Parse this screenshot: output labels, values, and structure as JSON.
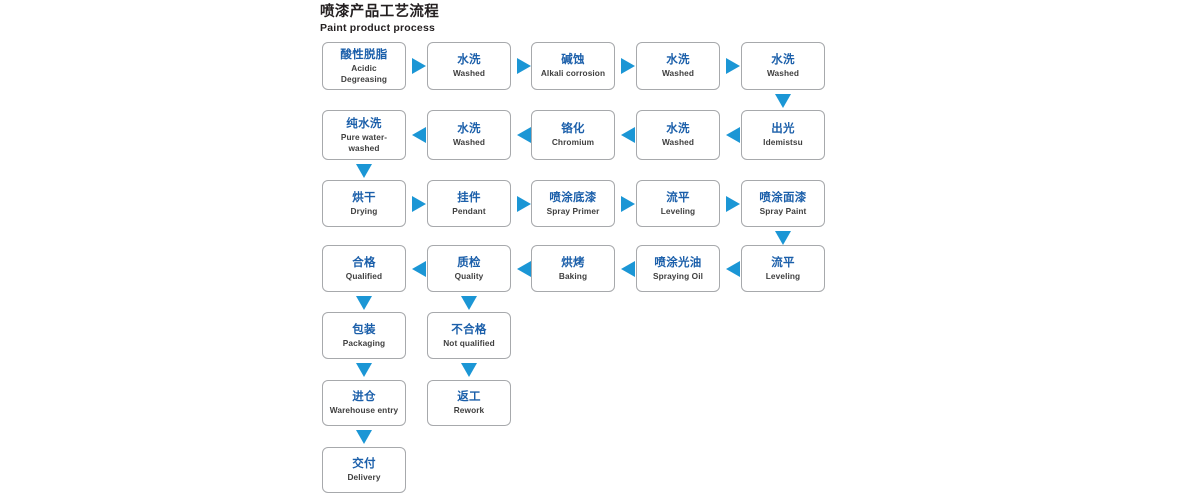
{
  "header": {
    "title_cn": "喷漆产品工艺流程",
    "title_en": "Paint product process"
  },
  "colors": {
    "arrow_blue": "#1b96d5",
    "node_border": "#a7a9ac",
    "label_cn": "#1b5faa",
    "label_en": "#3f3f3f",
    "title": "#231f20",
    "background": "#ffffff"
  },
  "nodes": [
    {
      "id": "acidic-degreasing",
      "cn": "酸性脱脂",
      "en": "Acidic Degreasing",
      "row": 1,
      "col": 1
    },
    {
      "id": "washed-1",
      "cn": "水洗",
      "en": "Washed",
      "row": 1,
      "col": 2
    },
    {
      "id": "alkali-corrosion",
      "cn": "碱蚀",
      "en": "Alkali corrosion",
      "row": 1,
      "col": 3
    },
    {
      "id": "washed-2",
      "cn": "水洗",
      "en": "Washed",
      "row": 1,
      "col": 4
    },
    {
      "id": "washed-3",
      "cn": "水洗",
      "en": "Washed",
      "row": 1,
      "col": 5
    },
    {
      "id": "pure-water-washed",
      "cn": "纯水洗",
      "en": "Pure water-washed",
      "row": 2,
      "col": 1
    },
    {
      "id": "washed-4",
      "cn": "水洗",
      "en": "Washed",
      "row": 2,
      "col": 2
    },
    {
      "id": "chromium",
      "cn": "铬化",
      "en": "Chromium",
      "row": 2,
      "col": 3
    },
    {
      "id": "washed-5",
      "cn": "水洗",
      "en": "Washed",
      "row": 2,
      "col": 4
    },
    {
      "id": "idemistsu",
      "cn": "出光",
      "en": "Idemistsu",
      "row": 2,
      "col": 5
    },
    {
      "id": "drying",
      "cn": "烘干",
      "en": "Drying",
      "row": 3,
      "col": 1
    },
    {
      "id": "pendant",
      "cn": "挂件",
      "en": "Pendant",
      "row": 3,
      "col": 2
    },
    {
      "id": "spray-primer",
      "cn": "喷涂底漆",
      "en": "Spray Primer",
      "row": 3,
      "col": 3
    },
    {
      "id": "leveling-1",
      "cn": "流平",
      "en": "Leveling",
      "row": 3,
      "col": 4
    },
    {
      "id": "spray-paint",
      "cn": "喷涂面漆",
      "en": "Spray Paint",
      "row": 3,
      "col": 5
    },
    {
      "id": "qualified",
      "cn": "合格",
      "en": "Qualified",
      "row": 4,
      "col": 1
    },
    {
      "id": "quality",
      "cn": "质检",
      "en": "Quality",
      "row": 4,
      "col": 2
    },
    {
      "id": "baking",
      "cn": "烘烤",
      "en": "Baking",
      "row": 4,
      "col": 3
    },
    {
      "id": "spraying-oil",
      "cn": "喷涂光油",
      "en": "Spraying Oil",
      "row": 4,
      "col": 4
    },
    {
      "id": "leveling-2",
      "cn": "流平",
      "en": "Leveling",
      "row": 4,
      "col": 5
    },
    {
      "id": "packaging",
      "cn": "包装",
      "en": "Packaging",
      "row": 5,
      "col": 1
    },
    {
      "id": "not-qualified",
      "cn": "不合格",
      "en": "Not qualified",
      "row": 5,
      "col": 2
    },
    {
      "id": "warehouse-entry",
      "cn": "进仓",
      "en": "Warehouse entry",
      "row": 6,
      "col": 1
    },
    {
      "id": "rework",
      "cn": "返工",
      "en": "Rework",
      "row": 6,
      "col": 2
    },
    {
      "id": "delivery",
      "cn": "交付",
      "en": "Delivery",
      "row": 7,
      "col": 1
    }
  ],
  "connectors": [
    {
      "id": "arrow-acidic-to-washed1",
      "direction": "right"
    },
    {
      "id": "arrow-washed1-to-alkali",
      "direction": "right"
    },
    {
      "id": "arrow-alkali-to-washed2",
      "direction": "right"
    },
    {
      "id": "arrow-washed2-to-washed3",
      "direction": "right"
    },
    {
      "id": "arrow-washed3-to-idemistsu",
      "direction": "down"
    },
    {
      "id": "arrow-idemistsu-to-washed5",
      "direction": "left"
    },
    {
      "id": "arrow-washed5-to-chromium",
      "direction": "left"
    },
    {
      "id": "arrow-chromium-to-washed4",
      "direction": "left"
    },
    {
      "id": "arrow-washed4-to-purewater",
      "direction": "left"
    },
    {
      "id": "arrow-purewater-to-drying",
      "direction": "down"
    },
    {
      "id": "arrow-drying-to-pendant",
      "direction": "right"
    },
    {
      "id": "arrow-pendant-to-primer",
      "direction": "right"
    },
    {
      "id": "arrow-primer-to-leveling1",
      "direction": "right"
    },
    {
      "id": "arrow-leveling1-to-spraypaint",
      "direction": "right"
    },
    {
      "id": "arrow-spraypaint-to-leveling2",
      "direction": "down"
    },
    {
      "id": "arrow-leveling2-to-sprayingoil",
      "direction": "left"
    },
    {
      "id": "arrow-sprayingoil-to-baking",
      "direction": "left"
    },
    {
      "id": "arrow-baking-to-quality",
      "direction": "left"
    },
    {
      "id": "arrow-quality-to-qualified",
      "direction": "left"
    },
    {
      "id": "arrow-qualified-to-packaging",
      "direction": "down"
    },
    {
      "id": "arrow-quality-to-notqualified",
      "direction": "down"
    },
    {
      "id": "arrow-packaging-to-warehouse",
      "direction": "down"
    },
    {
      "id": "arrow-notqualified-to-rework",
      "direction": "down"
    },
    {
      "id": "arrow-warehouse-to-delivery",
      "direction": "down"
    }
  ]
}
